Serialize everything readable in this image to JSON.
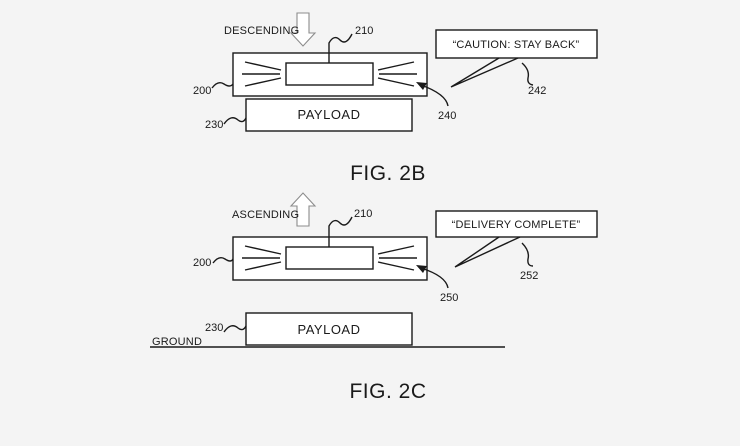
{
  "fig2b": {
    "direction_label": "DESCENDING",
    "callout_text": "“CAUTION: STAY BACK”",
    "payload_label": "PAYLOAD",
    "ref_200": "200",
    "ref_210": "210",
    "ref_230": "230",
    "ref_240": "240",
    "ref_242": "242",
    "caption": "FIG. 2B"
  },
  "fig2c": {
    "direction_label": "ASCENDING",
    "callout_text": "“DELIVERY COMPLETE”",
    "payload_label": "PAYLOAD",
    "ground_label": "GROUND",
    "ref_200": "200",
    "ref_210": "210",
    "ref_230": "230",
    "ref_250": "250",
    "ref_252": "252",
    "caption": "FIG. 2C"
  }
}
